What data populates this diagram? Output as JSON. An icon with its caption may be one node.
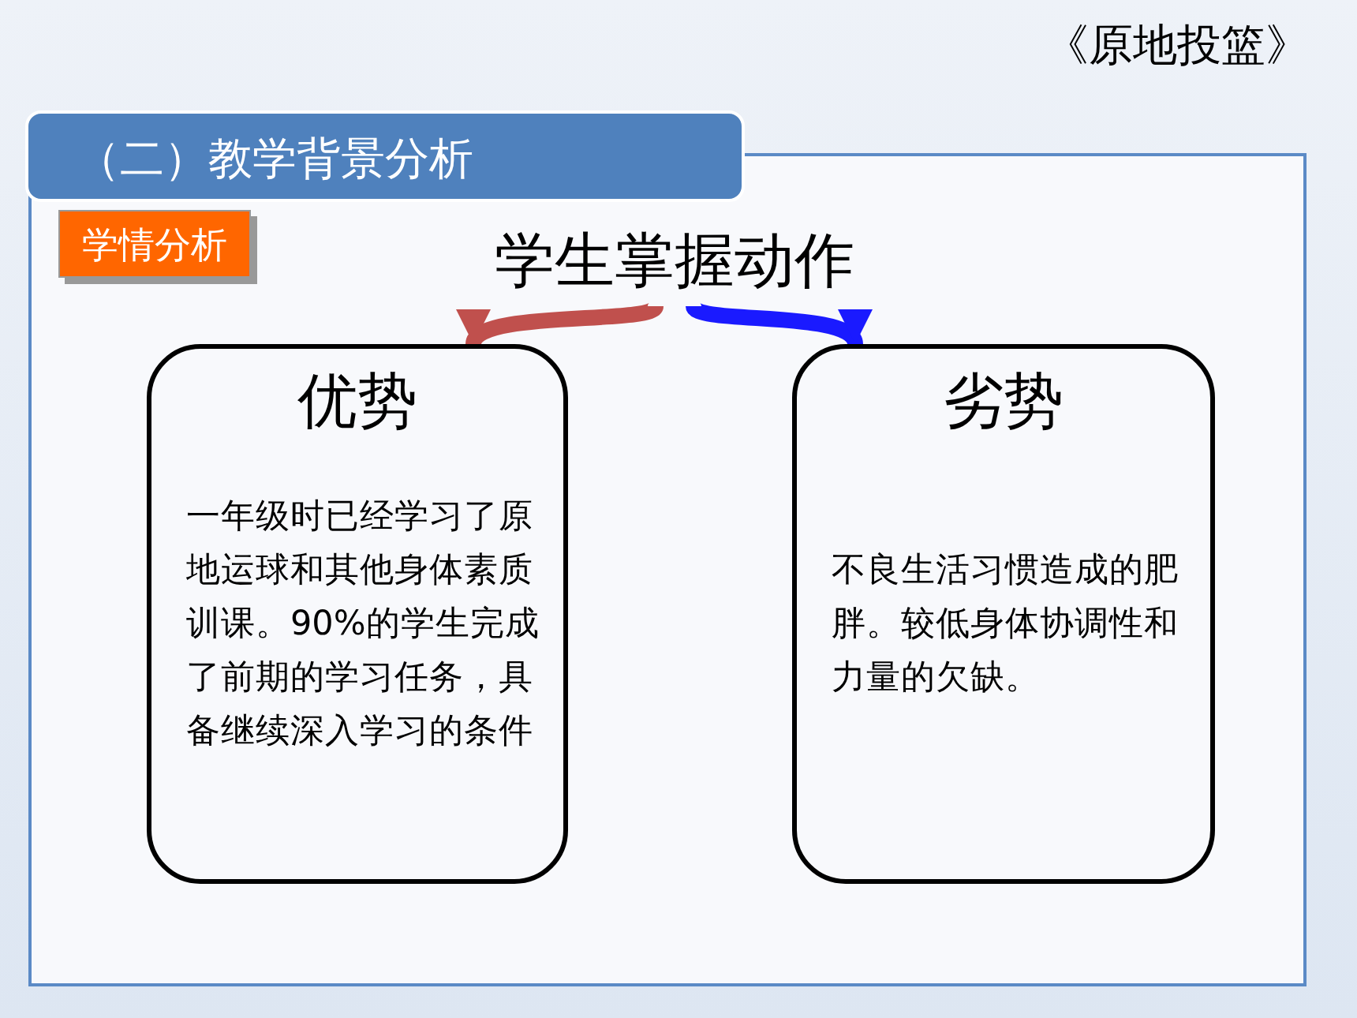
{
  "diagram": {
    "title": "《原地投篮》",
    "nodes": [
      {
        "text": [
          "学生掌握动作"
        ]
      },
      {
        "text": [
          "优势",
          "一年级时已经学习了原地运球和其他身体素质训课。90%的学生完成了前期的学习任务，具备继续深入学习的条件"
        ]
      },
      {
        "text": [
          "劣势",
          "不良生活习惯造成的肥胖。较低身体协调性和力量的欠缺。"
        ]
      }
    ],
    "edges": [
      {
        "from": 0,
        "to": 1,
        "arrow": "to",
        "color": "#c0504d"
      },
      {
        "from": 0,
        "to": 2,
        "arrow": "to",
        "color": "#1a1aff"
      }
    ],
    "labels": [
      "（二）教学背景分析",
      "学情分析"
    ]
  }
}
